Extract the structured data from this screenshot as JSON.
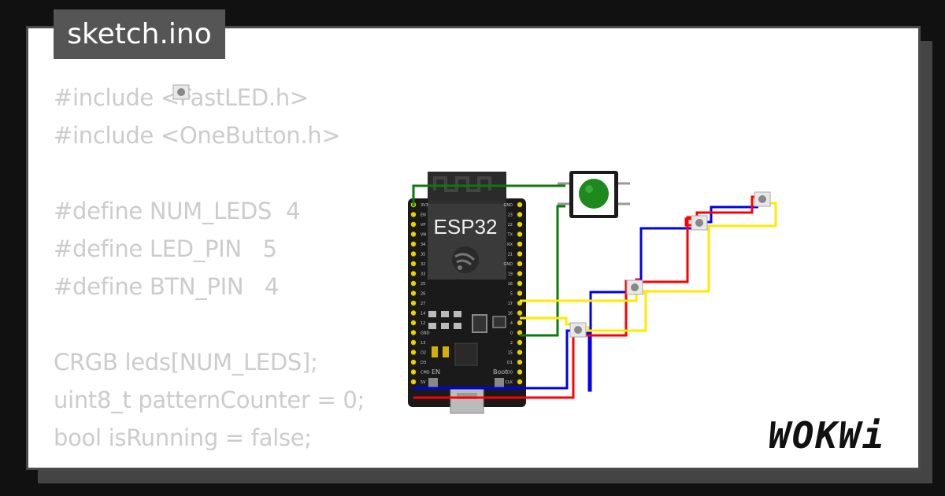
{
  "file_tab": {
    "label": "sketch.ino"
  },
  "code_lines": [
    "#include <FastLED.h>",
    "#include <OneButton.h>",
    "",
    "#define NUM_LEDS  4",
    "#define LED_PIN   5",
    "#define BTN_PIN   4",
    "",
    "CRGB leds[NUM_LEDS];",
    "uint8_t patternCounter = 0;",
    "bool isRunning = false;"
  ],
  "board": {
    "label": "ESP32",
    "en_label": "EN",
    "boot_label": "Boot",
    "left_pins": [
      "3V3",
      "EN",
      "VP",
      "VN",
      "34",
      "35",
      "32",
      "33",
      "25",
      "26",
      "27",
      "14",
      "12",
      "GND",
      "13",
      "D2",
      "D3",
      "CMD",
      "5V"
    ],
    "right_pins": [
      "GND",
      "23",
      "22",
      "TX",
      "RX",
      "21",
      "GND",
      "19",
      "18",
      "5",
      "17",
      "16",
      "4",
      "0",
      "2",
      "15",
      "D1",
      "D0",
      "CLK"
    ]
  },
  "logo": {
    "text": "WOKWi"
  },
  "colors": {
    "background": "#111111",
    "card": "#ffffff",
    "tab": "#555555",
    "code_text": "#cccccc",
    "wire_green": "#0a7a0a",
    "wire_red": "#ff0000",
    "wire_blue": "#0000ee",
    "wire_yellow": "#ffea00",
    "button_cap": "#1e8a1e",
    "pin_gold": "#e8d000"
  },
  "icons": {
    "logo": "wokwi-logo",
    "esp_logo": "espressif-logo-icon",
    "led": "rgb-led-icon",
    "button": "pushbutton-icon"
  }
}
